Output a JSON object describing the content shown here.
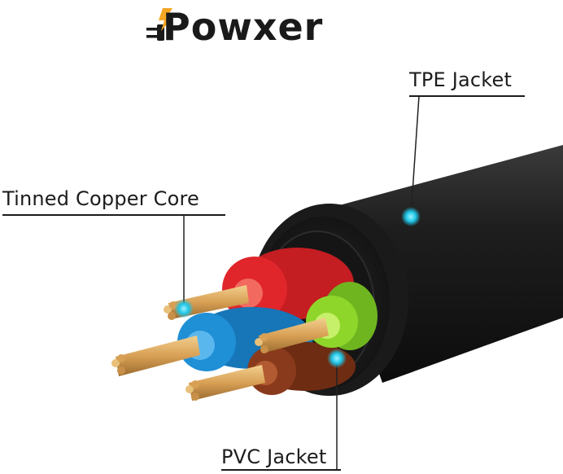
{
  "brand": {
    "name": "Powxer",
    "accent_color": "#f5a623"
  },
  "labels": {
    "tpe": "TPE Jacket",
    "core": "Tinned Copper Core",
    "pvc": "PVC Jacket"
  },
  "colors": {
    "outer_jacket": "#1e1e1e",
    "wire_red": "#e0262b",
    "wire_blue": "#1f8fd6",
    "wire_green": "#8fd62b",
    "wire_brown": "#8a3a1c",
    "copper": "#d8a055",
    "marker": "#1ec6e8"
  },
  "icons": [
    "plug-icon",
    "lightning-bolt-icon"
  ]
}
